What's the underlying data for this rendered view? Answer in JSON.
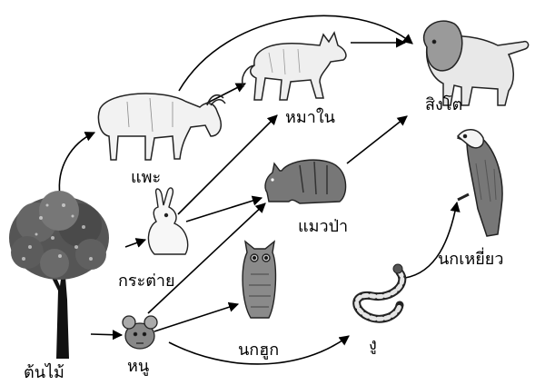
{
  "organisms": {
    "tree": {
      "label": "ต้นไม้",
      "icon": "tree-icon"
    },
    "goat": {
      "label": "แพะ",
      "icon": "goat-icon"
    },
    "rabbit": {
      "label": "กระต่าย",
      "icon": "rabbit-icon"
    },
    "mouse": {
      "label": "หนู",
      "icon": "mouse-icon"
    },
    "jackal": {
      "label": "หมาใน",
      "icon": "jackal-icon"
    },
    "wildcat": {
      "label": "แมวป่า",
      "icon": "wildcat-icon"
    },
    "owl": {
      "label": "นกฮูก",
      "icon": "owl-icon"
    },
    "snake": {
      "label": "งู",
      "icon": "snake-icon"
    },
    "lion": {
      "label": "สิงโต",
      "icon": "lion-icon"
    },
    "eagle": {
      "label": "นกเหยี่ยว",
      "icon": "eagle-icon"
    }
  },
  "links": [
    {
      "from": "tree",
      "to": "goat"
    },
    {
      "from": "tree",
      "to": "rabbit"
    },
    {
      "from": "tree",
      "to": "mouse"
    },
    {
      "from": "goat",
      "to": "jackal"
    },
    {
      "from": "goat",
      "to": "lion"
    },
    {
      "from": "rabbit",
      "to": "jackal"
    },
    {
      "from": "rabbit",
      "to": "wildcat"
    },
    {
      "from": "mouse",
      "to": "wildcat"
    },
    {
      "from": "mouse",
      "to": "owl"
    },
    {
      "from": "mouse",
      "to": "snake"
    },
    {
      "from": "jackal",
      "to": "lion"
    },
    {
      "from": "wildcat",
      "to": "lion"
    },
    {
      "from": "snake",
      "to": "eagle"
    }
  ]
}
